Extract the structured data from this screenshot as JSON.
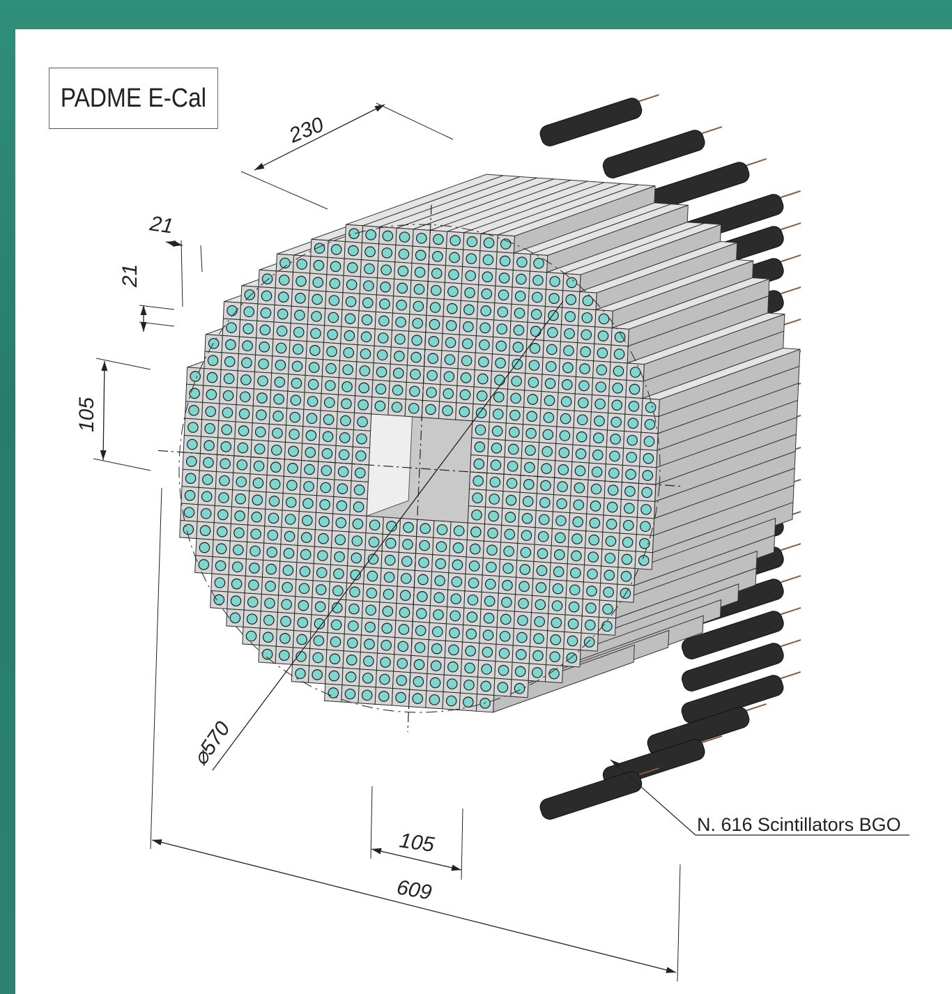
{
  "title": "PADME E-Cal",
  "dimensions": {
    "depth": "230",
    "crystal_width": "21",
    "crystal_height": "21",
    "hole_height": "105",
    "diameter": "⌀570",
    "hole_width": "105",
    "overall_width": "609"
  },
  "callout": "N. 616 Scintillators BGO",
  "colors": {
    "background": "#2f8f78",
    "crystal_face": "#d6d6d6",
    "crystal_sensor": "#7fd6cf",
    "crystal_side": "#bfbfbf",
    "pmt": "#2b2b2b"
  }
}
